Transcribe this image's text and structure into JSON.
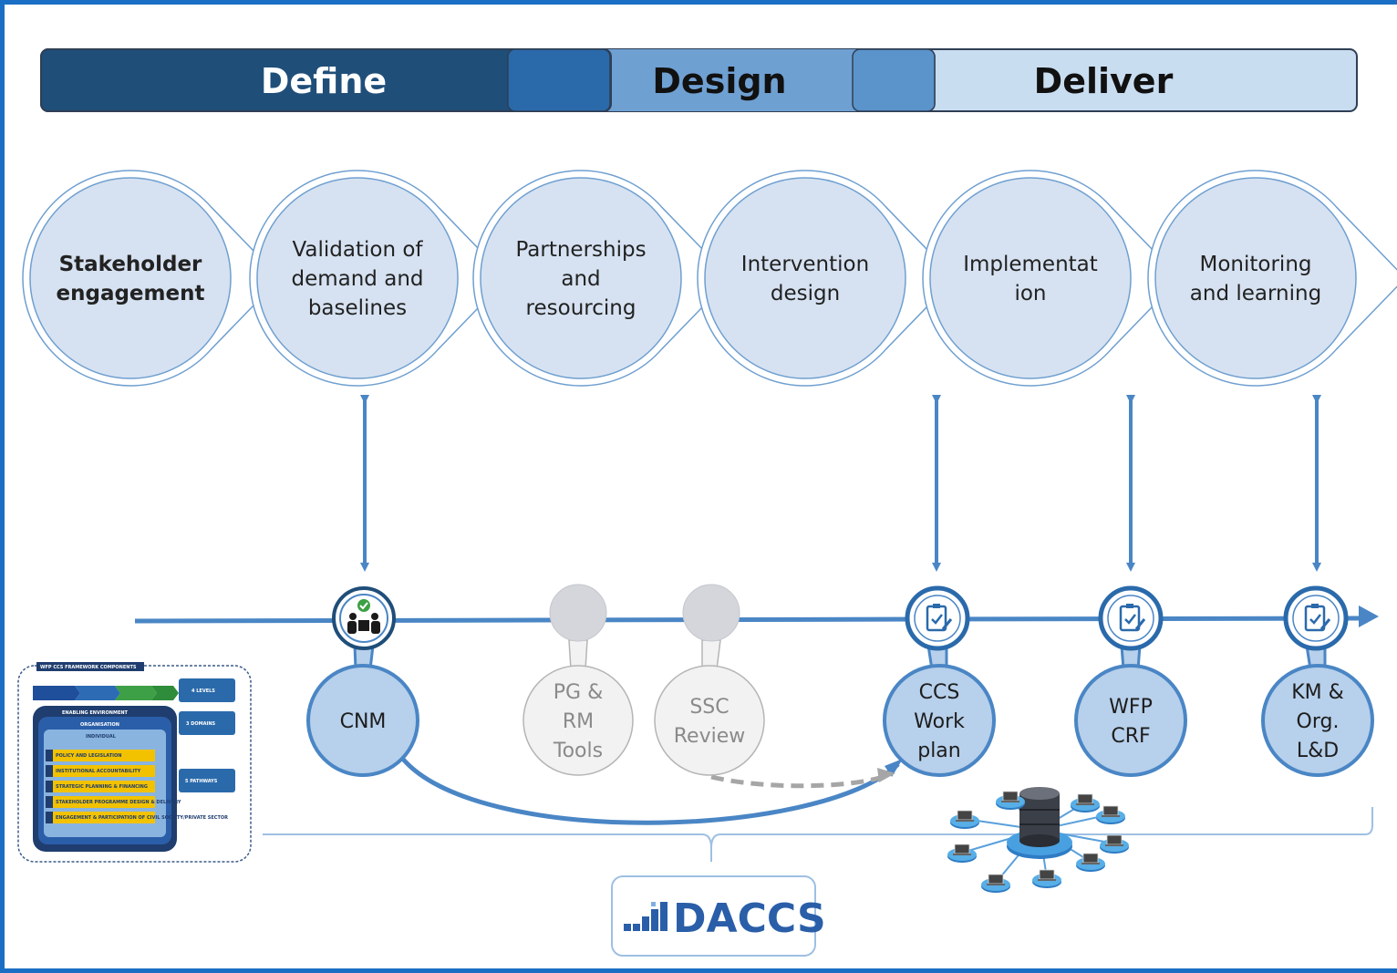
{
  "phases": [
    {
      "label": "Define",
      "color": "#1f4e79"
    },
    {
      "label": "Design",
      "color": "#6fa0d2"
    },
    {
      "label": "Deliver",
      "color": "#c9ddf1"
    }
  ],
  "steps": [
    {
      "lines": [
        "Stakeholder",
        "engagement"
      ],
      "bold": true
    },
    {
      "lines": [
        "Validation of",
        "demand and",
        "baselines"
      ]
    },
    {
      "lines": [
        "Partnerships",
        "and",
        "resourcing"
      ]
    },
    {
      "lines": [
        "Intervention",
        "design"
      ]
    },
    {
      "lines": [
        "Implementat",
        "ion"
      ]
    },
    {
      "lines": [
        "Monitoring",
        "and learning"
      ]
    }
  ],
  "tools": [
    {
      "lines": [
        "CNM"
      ],
      "icon": "meeting-icon"
    },
    {
      "lines": [
        "PG &",
        "RM",
        "Tools"
      ],
      "icon": "empty-icon",
      "muted": true
    },
    {
      "lines": [
        "SSC",
        "Review"
      ],
      "icon": "empty-icon",
      "muted": true
    },
    {
      "lines": [
        "CCS",
        "Work",
        "plan"
      ],
      "icon": "clipboard-check-icon"
    },
    {
      "lines": [
        "WFP",
        "CRF"
      ],
      "icon": "clipboard-check-icon"
    },
    {
      "lines": [
        "KM &",
        "Org.",
        "L&D"
      ],
      "icon": "clipboard-check-icon"
    }
  ],
  "framework_thumbnail": {
    "title": "WFP CCS FRAMEWORK COMPONENTS",
    "tags": [
      "4 LEVELS",
      "3 DOMAINS",
      "5 PATHWAYS"
    ],
    "sections": [
      "ENABLING ENVIRONMENT",
      "ORGANISATION",
      "INDIVIDUAL"
    ],
    "rows": [
      "POLICY AND LEGISLATION",
      "INSTITUTIONAL ACCOUNTABILITY",
      "STRATEGIC PLANNING & FINANCING",
      "STAKEHOLDER PROGRAMME DESIGN & DELIVERY",
      "ENGAGEMENT & PARTICIPATION OF CIVIL SOCIETY/PRIVATE SECTOR"
    ]
  },
  "daccs": {
    "label": "DACCS"
  },
  "colors": {
    "accent": "#4a86c5",
    "circle_fill": "#d6e2f1",
    "tool_fill": "#b7d0eb",
    "muted_fill": "#f2f2f2"
  }
}
